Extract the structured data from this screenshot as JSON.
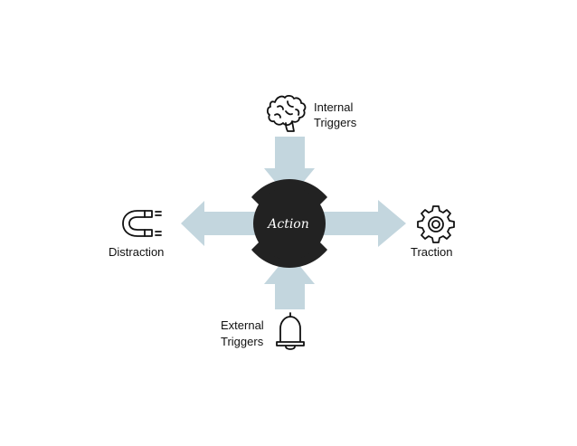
{
  "diagram": {
    "center": {
      "label": "Action"
    },
    "nodes": {
      "internal_triggers": {
        "lines": [
          "Internal",
          "Triggers"
        ],
        "icon": "brain-icon"
      },
      "external_triggers": {
        "lines": [
          "External",
          "Triggers"
        ],
        "icon": "bell-icon"
      },
      "distraction": {
        "label": "Distraction",
        "icon": "magnet-icon"
      },
      "traction": {
        "label": "Traction",
        "icon": "gear-icon"
      }
    },
    "colors": {
      "arrow": "#c3d6de",
      "center": "#222222",
      "text": "#111111"
    }
  }
}
